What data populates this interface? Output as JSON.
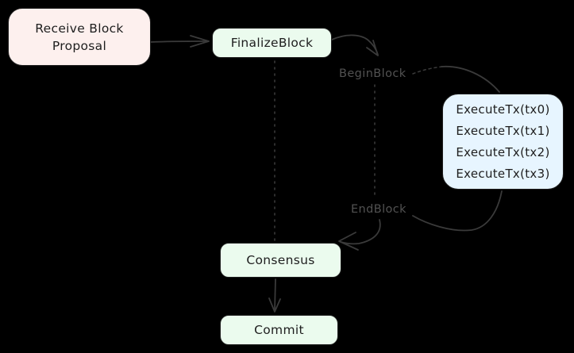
{
  "colors": {
    "background": "#000000",
    "connector_stroke": "#3a3a3a",
    "node_border": "#1e1e1e",
    "node_text": "#1e1e1e",
    "phase_label_text": "#525252",
    "receive_fill": "#fdf0ee",
    "green_fill": "#ebfbee",
    "execute_fill": "#e7f5ff"
  },
  "nodes": {
    "receive": {
      "line1": "Receive Block",
      "line2": "Proposal",
      "fill": "#fdf0ee"
    },
    "finalize": {
      "label": "FinalizeBlock",
      "fill": "#ebfbee"
    },
    "execute": {
      "tx0": "ExecuteTx(tx0)",
      "tx1": "ExecuteTx(tx1)",
      "tx2": "ExecuteTx(tx2)",
      "tx3": "ExecuteTx(tx3)",
      "fill": "#e7f5ff"
    },
    "consensus": {
      "label": "Consensus",
      "fill": "#ebfbee"
    },
    "commit": {
      "label": "Commit",
      "fill": "#ebfbee"
    }
  },
  "phase_labels": {
    "begin_block": "BeginBlock",
    "end_block": "EndBlock"
  }
}
